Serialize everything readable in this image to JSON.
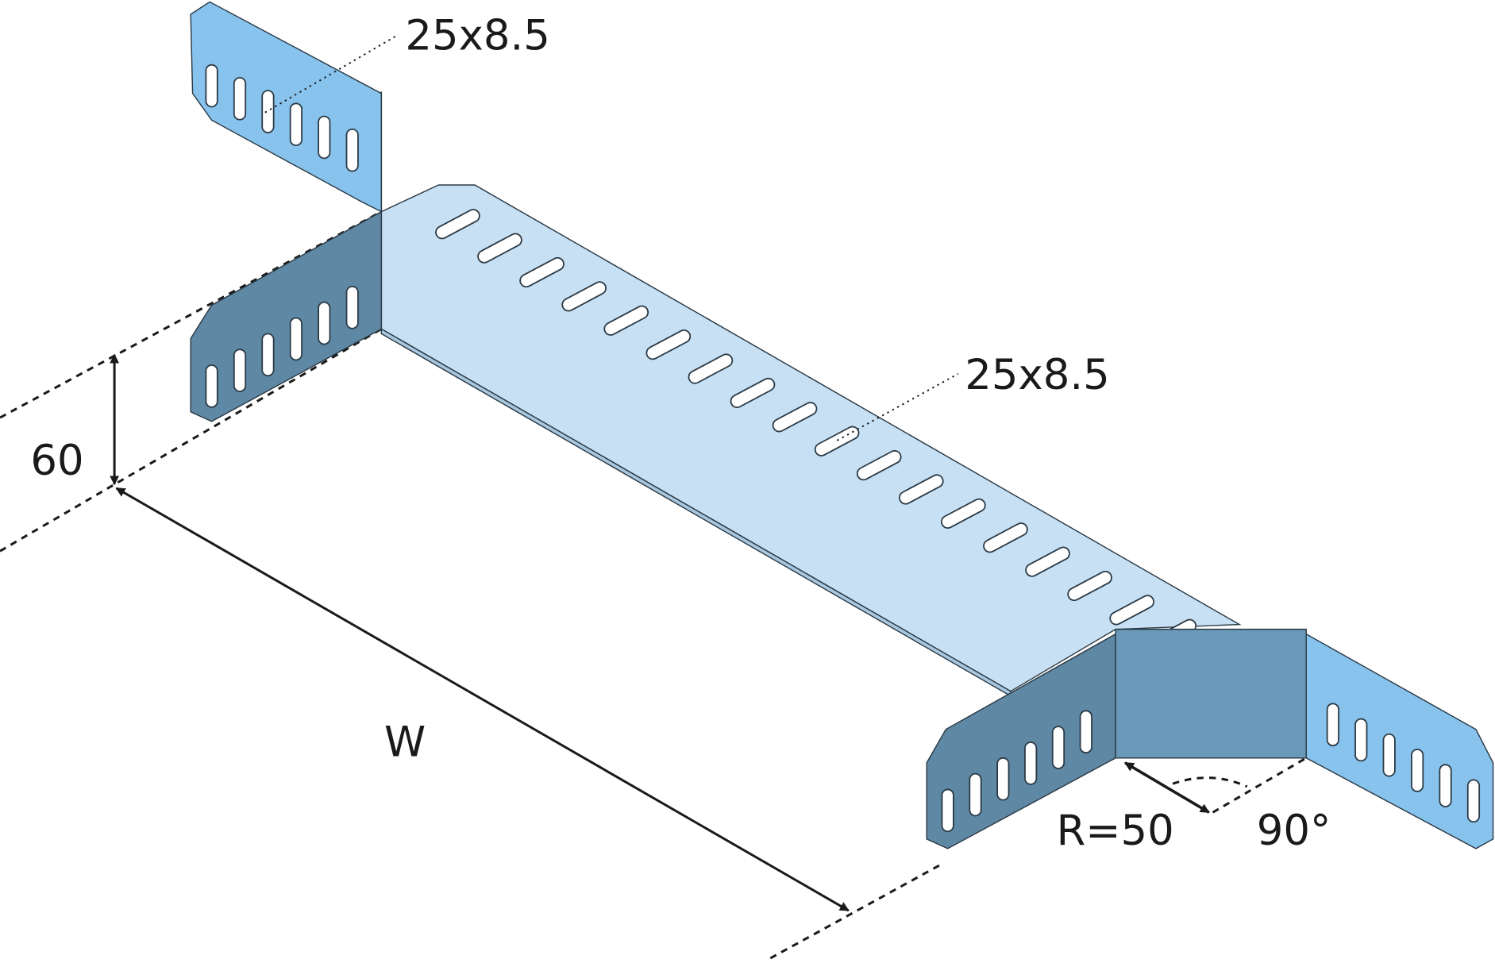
{
  "labels": {
    "slot_top": "25x8.5",
    "slot_middle": "25x8.5",
    "height": "60",
    "width": "W",
    "radius": "R=50",
    "angle": "90°"
  },
  "colors": {
    "tray_base": "#c8e0f4",
    "wall_dark": "#5e88a4",
    "wall_light": "#88c3ee",
    "bend_panel": "#6899b8"
  }
}
